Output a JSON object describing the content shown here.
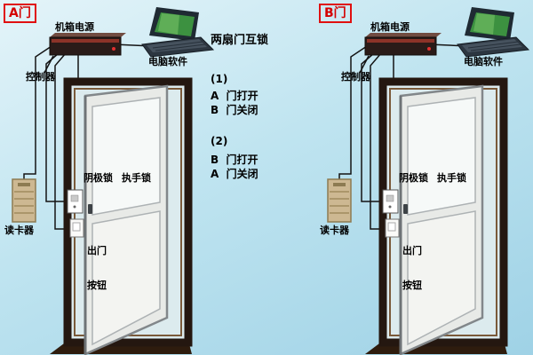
{
  "colors": {
    "background_top": "#e4f4f9",
    "background_bottom": "#9fd2e6",
    "accent_red": "#d40000",
    "door_frame_brown": "#2a1a10",
    "card_reader_tan": "#cdb892",
    "laptop_screen_green": "#3c9140"
  },
  "center": {
    "title": "两扇门互锁",
    "case1_num": "(1)",
    "case1_line1": "A  门打开",
    "case1_line2": "B  门关闭",
    "case2_num": "(2)",
    "case2_line1": "B  门打开",
    "case2_line2": "A  门关闭"
  },
  "panels": [
    {
      "door_tag": "A门",
      "power_label": "机箱电源",
      "software_label": "电脑软件",
      "controller_label": "控制器",
      "cathode_lock_label": "阴极锁",
      "handle_lock_label": "执手锁",
      "card_reader_label": "读卡器",
      "exit_button_line1": "出门",
      "exit_button_line2": "按钮"
    },
    {
      "door_tag": "B门",
      "power_label": "机箱电源",
      "software_label": "电脑软件",
      "controller_label": "控制器",
      "cathode_lock_label": "阴极锁",
      "handle_lock_label": "执手锁",
      "card_reader_label": "读卡器",
      "exit_button_line1": "出门",
      "exit_button_line2": "按钮"
    }
  ]
}
